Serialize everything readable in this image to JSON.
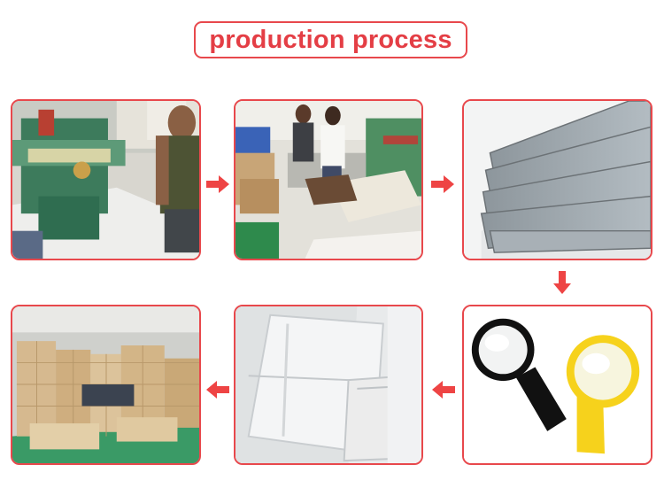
{
  "header": {
    "title": "production process"
  },
  "colors": {
    "accent": "#e8484c",
    "arrow": "#ee4444"
  },
  "steps": [
    {
      "icon": "die-cutting-machine-photo"
    },
    {
      "icon": "workshop-workers-photo"
    },
    {
      "icon": "pvc-sheets-photo"
    },
    {
      "icon": "magnifier-products-photo"
    },
    {
      "icon": "clear-packaging-bags-photo"
    },
    {
      "icon": "warehouse-cartons-photo"
    }
  ]
}
